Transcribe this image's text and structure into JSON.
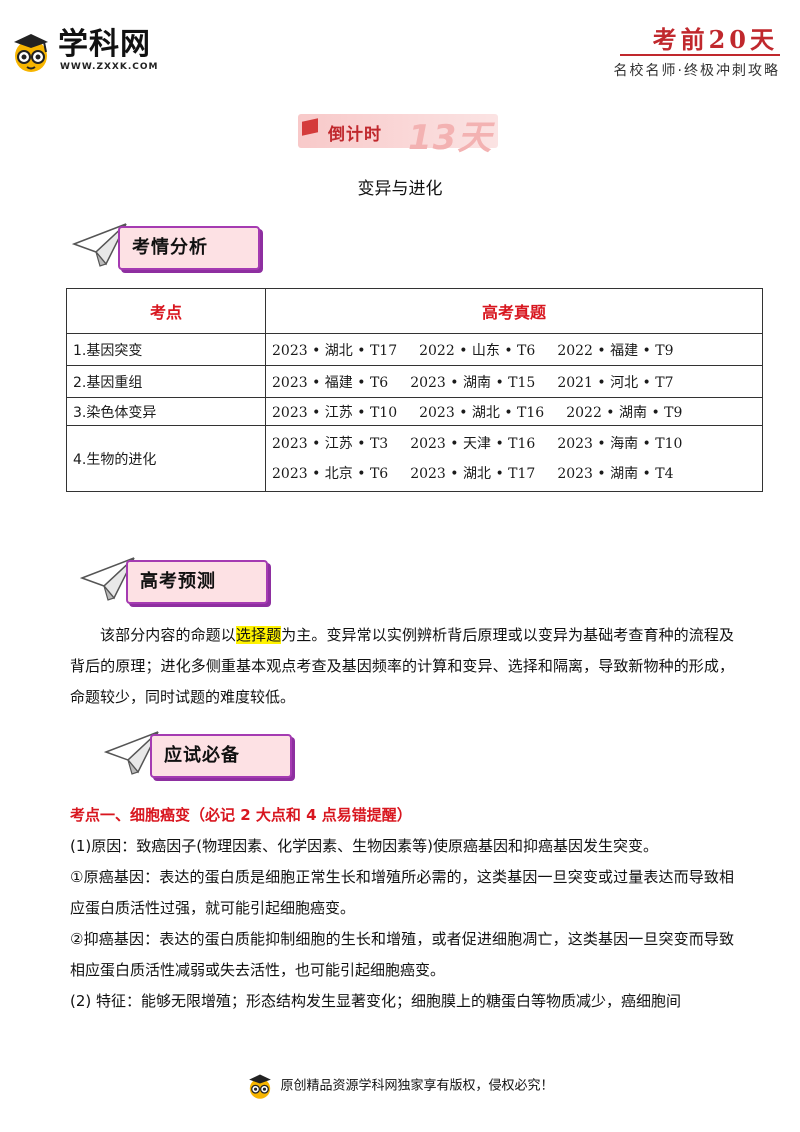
{
  "header": {
    "logo_text": "学科网",
    "logo_url": "WWW.ZXXK.COM",
    "title": "考前20天",
    "subtitle": "名校名师·终极冲刺攻略"
  },
  "countdown": {
    "prefix": "倒计时",
    "days": "13天"
  },
  "doc_title": "变异与进化",
  "sections": {
    "analysis": "考情分析",
    "forecast": "高考预测",
    "essentials": "应试必备"
  },
  "table": {
    "headers": [
      "考点",
      "高考真题"
    ],
    "rows": [
      {
        "topic": "1.基因突变",
        "sources": [
          "2023 • 湖北 • T17",
          "2022 • 山东 • T6",
          "2022 • 福建 • T9"
        ]
      },
      {
        "topic": "2.基因重组",
        "sources": [
          "2023 • 福建 • T6",
          "2023 • 湖南 • T15",
          "2021 • 河北 • T7"
        ]
      },
      {
        "topic": "3.染色体变异",
        "sources": [
          "2023 • 江苏 • T10",
          "2023 • 湖北 • T16",
          "2022 • 湖南 • T9"
        ]
      },
      {
        "topic": "4.生物的进化",
        "sources": [
          "2023 • 江苏 • T3",
          "2023 • 天津 • T16",
          "2023 • 海南 • T10",
          "2023 • 北京 • T6",
          "2023 • 湖北 • T17",
          "2023 • 湖南 • T4"
        ]
      }
    ]
  },
  "forecast": {
    "p1_before": "该部分内容的命题以",
    "p1_highlight": "选择题",
    "p1_after": "为主。变异常以实例辨析背后原理或以变异为基础考查育种的流程及背后的原理；进化多侧重基本观点考查及基因频率的计算和变异、选择和隔离，导致新物种的形成，命题较少，同时试题的难度较低。"
  },
  "essentials": {
    "heading": "考点一、细胞癌变（必记 2 大点和 4 点易错提醒）",
    "lines": [
      "(1)原因：致癌因子(物理因素、化学因素、生物因素等)使原癌基因和抑癌基因发生突变。",
      "①原癌基因：表达的蛋白质是细胞正常生长和增殖所必需的，这类基因一旦突变或过量表达而导致相应蛋白质活性过强，就可能引起细胞癌变。",
      "②抑癌基因：表达的蛋白质能抑制细胞的生长和增殖，或者促进细胞凋亡，这类基因一旦突变而导致相应蛋白质活性减弱或失去活性，也可能引起细胞癌变。",
      "(2) 特征：能够无限增殖；形态结构发生显著变化；细胞膜上的糖蛋白等物质减少，癌细胞间"
    ]
  },
  "footer": {
    "text": "原创精品资源学科网独家享有版权，侵权必究！"
  }
}
